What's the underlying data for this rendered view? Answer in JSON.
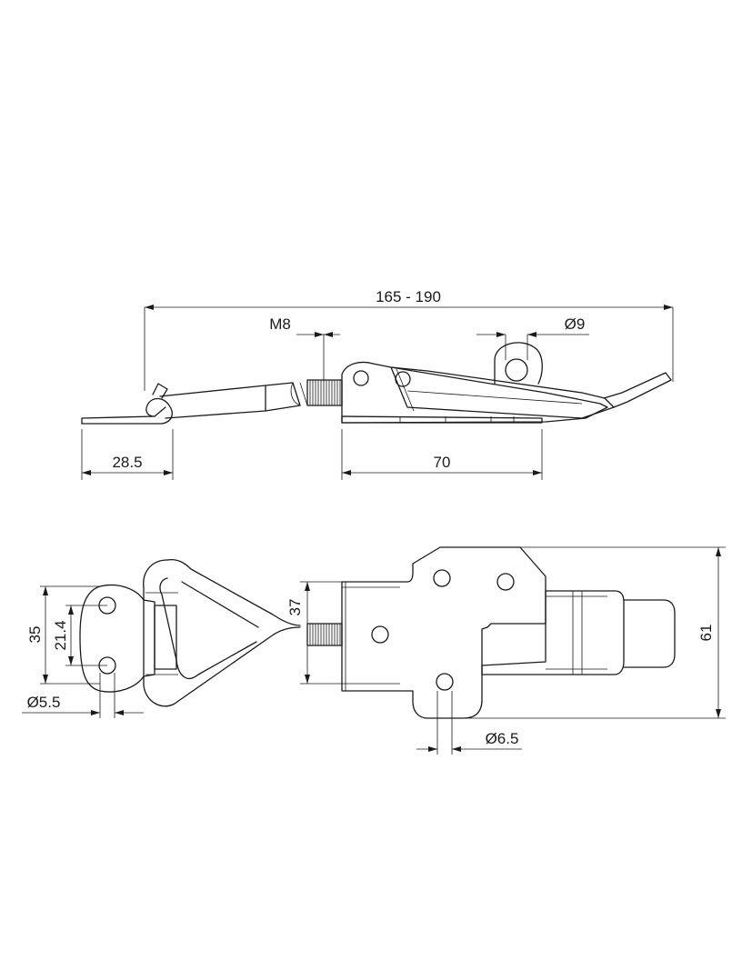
{
  "dimensions": {
    "overall_length": "165 - 190",
    "thread": "M8",
    "hole_top": "Ø9",
    "hook_length": "28.5",
    "base_length": "70",
    "hook_height": "35",
    "hook_hole_spacing": "21.4",
    "hook_hole_dia": "Ø5.5",
    "body_height": "37",
    "mount_hole_dia": "Ø6.5",
    "total_height": "61"
  },
  "colors": {
    "line": "#1a1a1a",
    "background": "#ffffff"
  }
}
